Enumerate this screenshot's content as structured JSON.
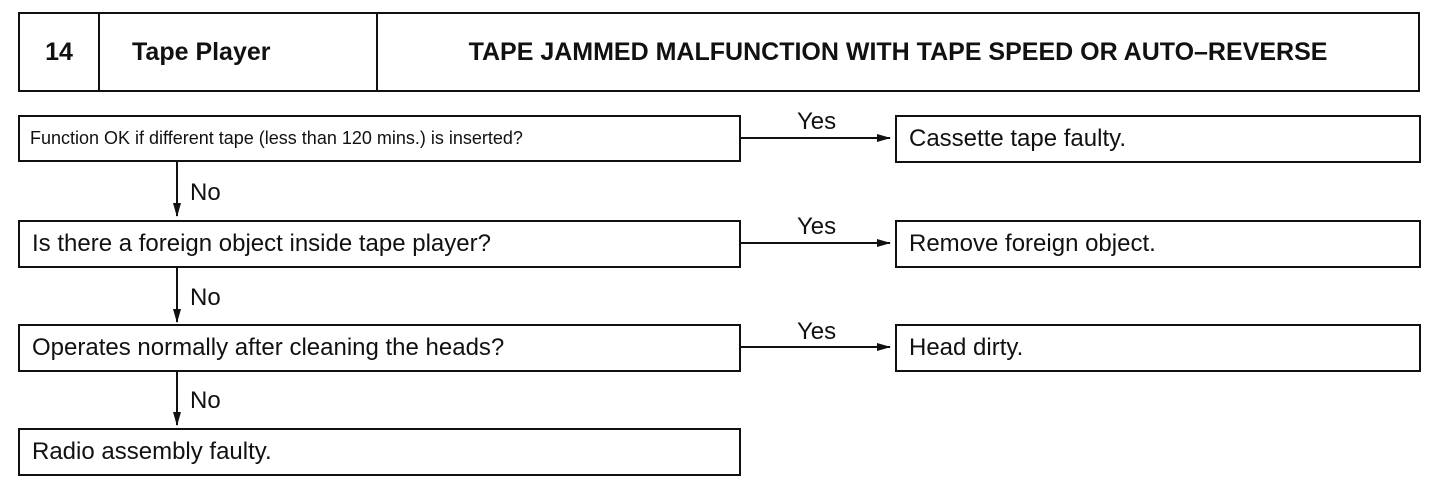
{
  "header": {
    "number": "14",
    "section": "Tape Player",
    "title": "TAPE JAMMED MALFUNCTION WITH TAPE SPEED OR AUTO–REVERSE"
  },
  "steps": [
    {
      "question": "Function OK if different tape (less than 120 mins.) is inserted?",
      "yes_label": "Yes",
      "yes_result": "Cassette tape faulty.",
      "no_label": "No"
    },
    {
      "question": "Is there a foreign object inside tape player?",
      "yes_label": "Yes",
      "yes_result": "Remove foreign object.",
      "no_label": "No"
    },
    {
      "question": "Operates normally after cleaning the heads?",
      "yes_label": "Yes",
      "yes_result": "Head dirty.",
      "no_label": "No"
    }
  ],
  "final_result": "Radio assembly faulty."
}
